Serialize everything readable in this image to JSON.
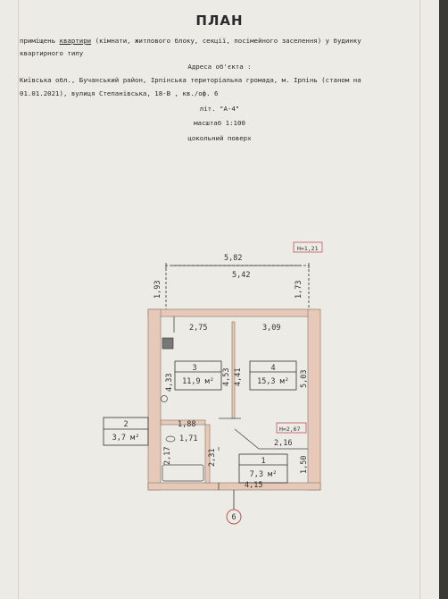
{
  "header": {
    "title": "ПЛАН",
    "line1_pre": "приміщень",
    "line1_link": "квартири",
    "line1_post": "(кімнати, житлового блоку, секції, посімейного заселення) у будинку",
    "line2": "квартирного типу",
    "address_label": "Адреса об'єкта :",
    "address_line1": "Київська обл., Бучанський район, Ірпінська територіальна громада, м. Ірпінь (станом на",
    "address_line2": "01.01.2021), вулиця Степанівська, 18-В , кв./оф. 6",
    "lit": "літ.  \"А-4\"",
    "scale": "масштаб 1:100",
    "floor": "цокольний поверх"
  },
  "plan": {
    "heights": {
      "balcony": "H=1,21",
      "interior": "H=2,67"
    },
    "dims": {
      "top_outer": "5,82",
      "top_inner": "5,42",
      "left_bal": "1,93",
      "right_bal": "1,73",
      "d_275": "2,75",
      "d_309": "3,09",
      "d_433": "4,33",
      "d_453": "4,53",
      "d_441": "4,41",
      "d_503": "5,03",
      "d_188": "1,88",
      "d_171": "1,71",
      "d_216": "2,16",
      "d_217": "2,17",
      "d_231": "2,31",
      "d_150": "1,50",
      "d_415": "4,15"
    },
    "rooms": [
      {
        "number": "3",
        "area": "11,9 м²"
      },
      {
        "number": "4",
        "area": "15,3 м²"
      },
      {
        "number": "2",
        "area": "3,7 м²"
      },
      {
        "number": "1",
        "area": "7,3 м²"
      }
    ],
    "entrance": "6"
  }
}
